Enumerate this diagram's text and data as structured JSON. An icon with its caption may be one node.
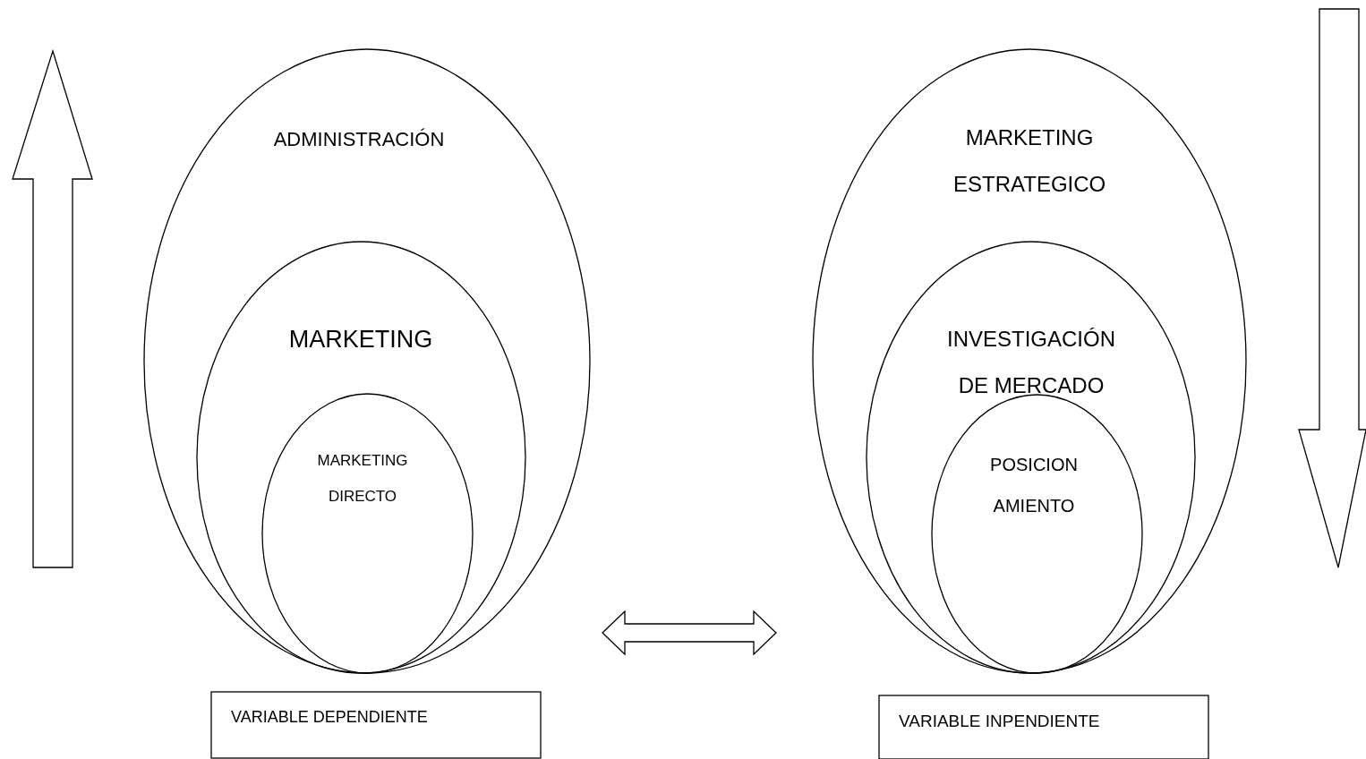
{
  "diagram": {
    "nodes": [
      {
        "text": [
          "ADMINISTRACIÓN"
        ]
      },
      {
        "text": [
          "MARKETING"
        ],
        "in": 0
      },
      {
        "text": [
          "MARKETING DIRECTO"
        ],
        "in": 1
      },
      {
        "text": [
          "MARKETING ESTRATEGICO"
        ]
      },
      {
        "text": [
          "INVESTIGACIÓN DE MERCADO"
        ],
        "in": 3
      },
      {
        "text": [
          "POSICION AMIENTO"
        ],
        "in": 4
      },
      {
        "text": [
          "VARIABLE DEPENDIENTE"
        ]
      },
      {
        "text": [
          "VARIABLE INPENDIENTE"
        ]
      }
    ],
    "edges": [
      {
        "from": 0,
        "to": 3,
        "arrow": "both"
      }
    ]
  }
}
